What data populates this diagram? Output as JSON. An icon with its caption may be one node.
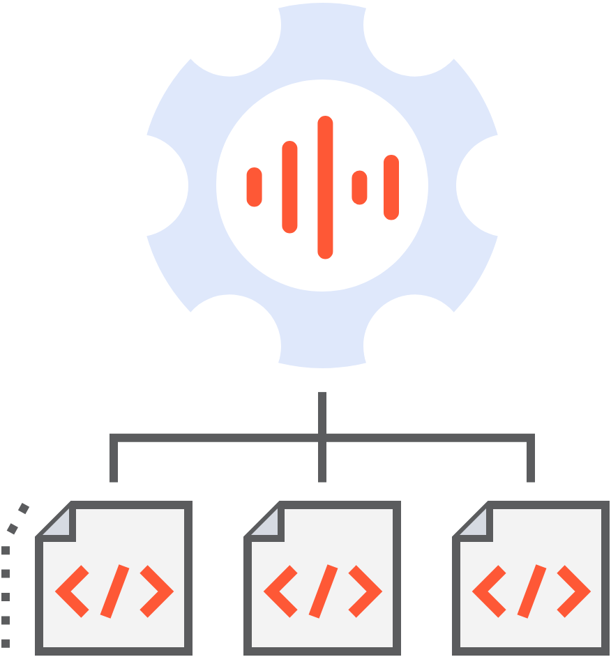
{
  "diagram": {
    "nodes": [
      {
        "text": [],
        "shape": "picture"
      },
      {
        "text": [],
        "shape": "picture"
      },
      {
        "text": [],
        "shape": "picture"
      },
      {
        "text": [],
        "shape": "picture"
      }
    ],
    "edges": [
      {
        "from": 0,
        "to": 1,
        "arrow": "none"
      },
      {
        "from": 0,
        "to": 2,
        "arrow": "none"
      },
      {
        "from": 0,
        "to": 3,
        "arrow": "none"
      }
    ]
  }
}
